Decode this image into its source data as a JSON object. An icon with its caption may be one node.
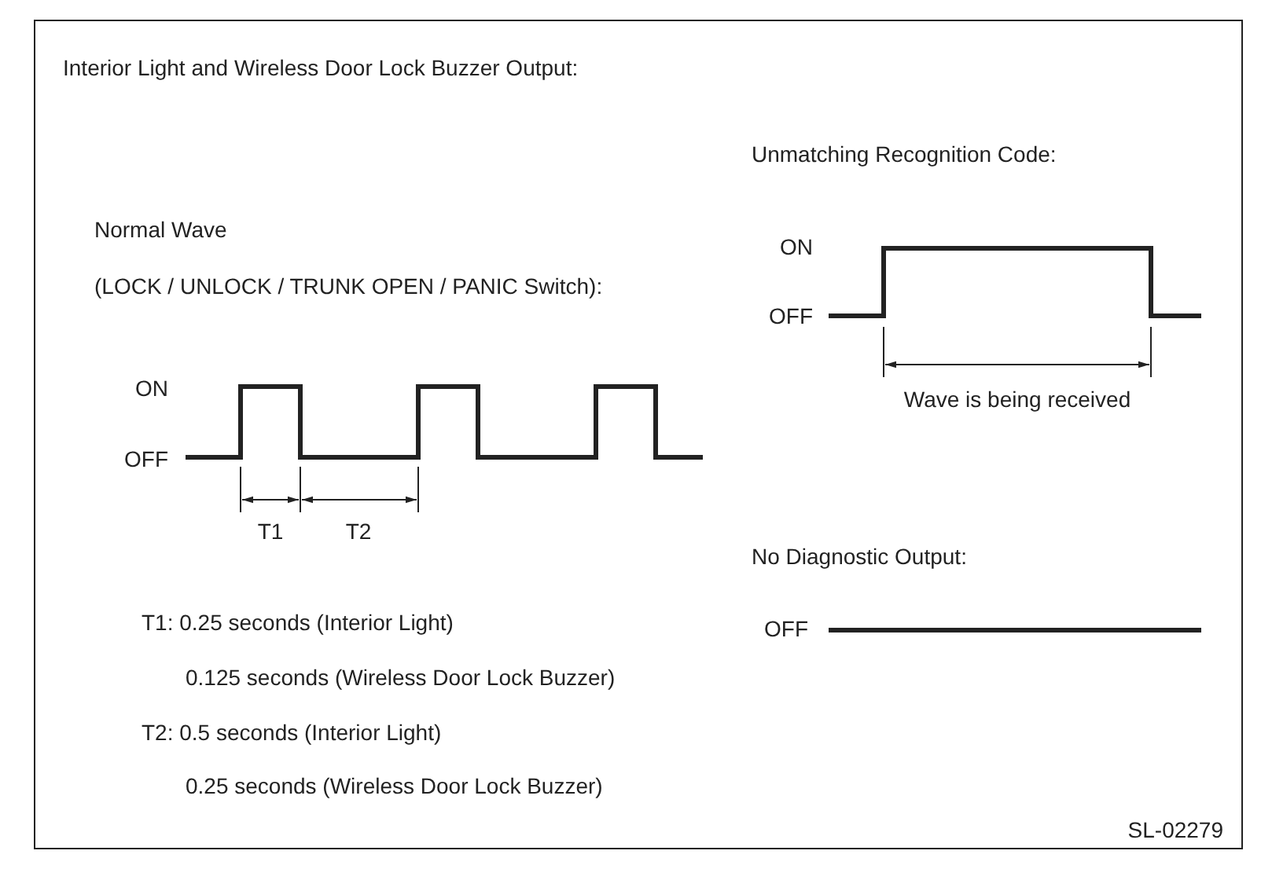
{
  "diagram": {
    "title": "Interior Light and Wireless Door Lock Buzzer Output:",
    "labels": [
      "Unmatching Recognition Code:",
      "Normal Wave",
      "ON",
      "(LOCK / UNLOCK / TRUNK OPEN / PANIC Switch):",
      "OFF",
      "ON",
      "Wave is being received",
      "OFF",
      "T1",
      "T2",
      "No Diagnostic Output:",
      "T1: 0.25 seconds (Interior Light)",
      "OFF",
      "0.125 seconds (Wireless Door Lock Buzzer)",
      "T2: 0.5 seconds (Interior Light)",
      "0.25 seconds (Wireless Door Lock Buzzer)",
      "SL-02279"
    ]
  }
}
